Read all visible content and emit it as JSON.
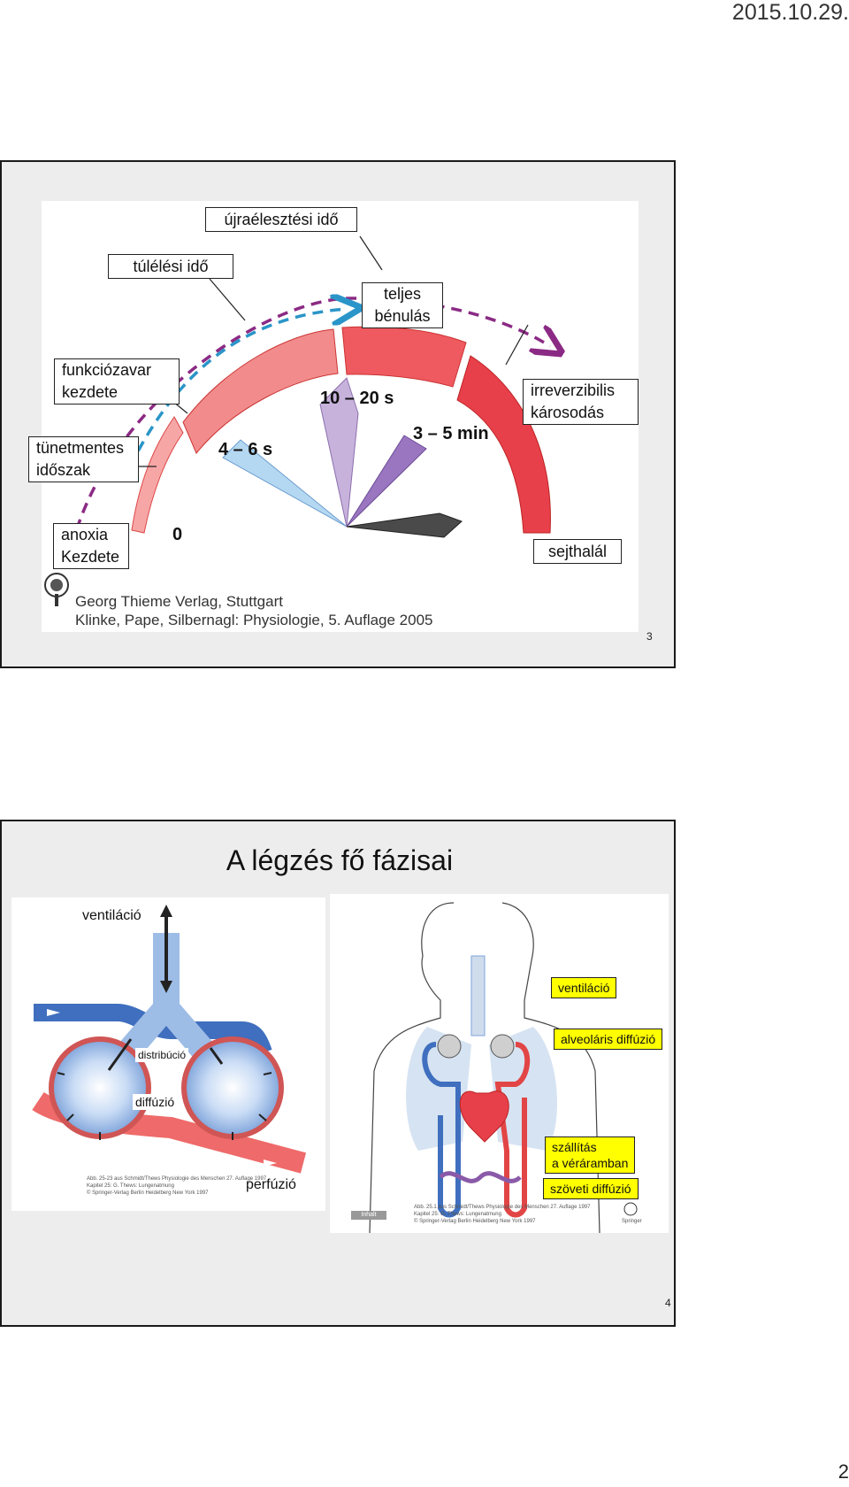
{
  "header": {
    "date": "2015.10.29."
  },
  "footer": {
    "page_number": "2"
  },
  "slide1": {
    "number": "3",
    "labels": {
      "resuscitation_time": "újraélesztési idő",
      "survival_time": "túlélési idő",
      "full_paralysis_1": "teljes",
      "full_paralysis_2": "bénulás",
      "dysfunction_1": "funkciózavar",
      "dysfunction_2": "kezdete",
      "irreversible_1": "irreverzibilis",
      "irreversible_2": "károsodás",
      "symptomfree_1": "tünetmentes",
      "symptomfree_2": "időszak",
      "anoxia_1": "anoxia",
      "anoxia_2": "Kezdete",
      "cell_death": "sejthalál"
    },
    "times": {
      "t0": "0",
      "t1": "4 – 6 s",
      "t2": "10 – 20 s",
      "t3": "3 – 5 min"
    },
    "credit": {
      "line1": "Georg Thieme Verlag, Stuttgart",
      "line2": "Klinke, Pape, Silbernagl: Physiologie, 5. Auflage 2005"
    }
  },
  "slide2": {
    "number": "4",
    "title": "A légzés fő fázisai",
    "left": {
      "ventilation": "ventiláció",
      "distribution": "distribúció",
      "diffusion": "diffúzió",
      "perfusion": "perfúzió",
      "credit_1": "Abb. 25-23 aus Schmidt/Thews Physiologie des Menschen 27. Auflage 1997",
      "credit_2": "Kapitel 25: G. Thews: Lungenatmung",
      "credit_3": "© Springer-Verlag Berlin Heidelberg New York 1997"
    },
    "right": {
      "ventilation": "ventiláció",
      "alveolar_diffusion": "alveoláris diffúzió",
      "transport_1": "szállítás",
      "transport_2": "a véráramban",
      "tissue_diffusion": "szöveti diffúzió",
      "inhalt": "Inhalt",
      "credit_1": "Abb. 25.1 aus Schmidt/Thews Physiologie des Menschen 27. Auflage 1997",
      "credit_2": "Kapitel 25: G. Thews: Lungenatmung",
      "credit_3": "© Springer-Verlag Berlin Heidelberg New York 1997",
      "publisher": "Springer"
    }
  },
  "colors": {
    "slide_bg": "#ededed",
    "highlight": "#ffff00",
    "arc_red": "#e8404a",
    "arrow_purple": "#8b2a84",
    "arrow_blue": "#2a95c8"
  }
}
